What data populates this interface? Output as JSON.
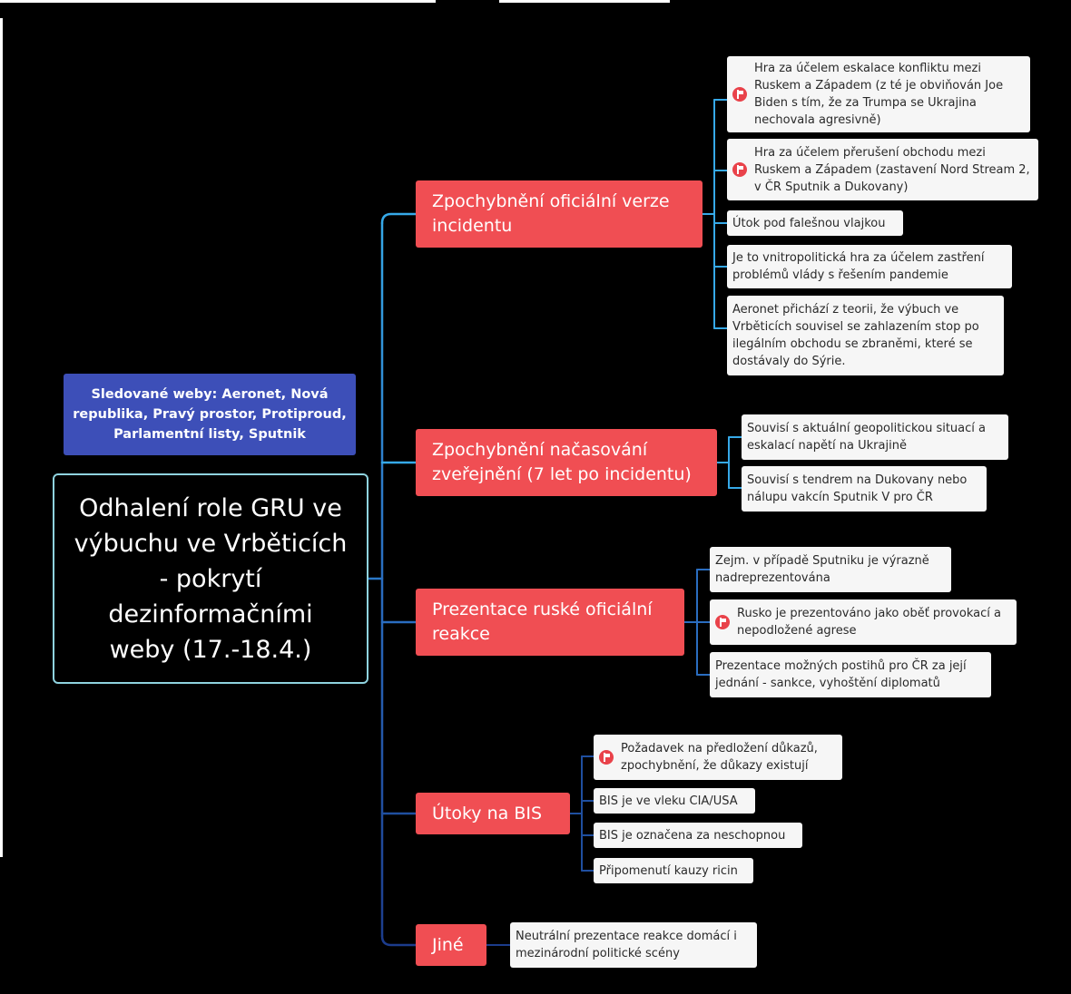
{
  "central_topic": "Odhalení role GRU ve výbuchu ve Vrběticích - pokrytí dezinformačními weby (17.-18.4.)",
  "info_note": "Sledované weby: Aeronet, Nová republika, Pravý prostor, Protiproud, Parlamentní listy, Sputnik",
  "branches": [
    {
      "label": "Zpochybnění oficiální verze incidentu",
      "items": [
        {
          "text": "Hra za účelem eskalace konfliktu mezi Ruskem a Západem (z té je obviňován Joe Biden s tím, že za Trumpa se Ukrajina nechovala agresivně)",
          "flag": true
        },
        {
          "text": "Hra za účelem přerušení obchodu mezi Ruskem a Západem (zastavení Nord Stream 2, v ČR Sputnik a Dukovany)",
          "flag": true
        },
        {
          "text": "Útok pod falešnou vlajkou",
          "flag": false
        },
        {
          "text": "Je to vnitropolitická hra za účelem zastření problémů vlády s řešením pandemie",
          "flag": false
        },
        {
          "text": "Aeronet přichází z teorii, že výbuch ve Vrběticích souvisel se zahlazením stop po ilegálním obchodu se zbraněmi, které se dostávaly do Sýrie.",
          "flag": false
        }
      ]
    },
    {
      "label": "Zpochybnění načasování zveřejnění (7 let po incidentu)",
      "items": [
        {
          "text": "Souvisí s aktuální geopolitickou situací a eskalací napětí na Ukrajině",
          "flag": false
        },
        {
          "text": "Souvisí s tendrem na Dukovany nebo nálupu vakcín Sputnik V pro ČR",
          "flag": false
        }
      ]
    },
    {
      "label": "Prezentace ruské oficiální reakce",
      "items": [
        {
          "text": "Zejm. v případě Sputniku je výrazně nadreprezentována",
          "flag": false
        },
        {
          "text": "Rusko je prezentováno jako oběť provokací a nepodložené agrese",
          "flag": true
        },
        {
          "text": "Prezentace možných postihů pro ČR za její jednání - sankce, vyhoštění diplomatů",
          "flag": false
        }
      ]
    },
    {
      "label": "Útoky na BIS",
      "items": [
        {
          "text": "Požadavek na předložení důkazů, zpochybnění, že důkazy existují",
          "flag": true
        },
        {
          "text": "BIS je ve vleku CIA/USA",
          "flag": false
        },
        {
          "text": "BIS je označena za neschopnou",
          "flag": false
        },
        {
          "text": "Připomenutí kauzy ricin",
          "flag": false
        }
      ]
    },
    {
      "label": "Jiné",
      "items": [
        {
          "text": "Neutrální prezentace reakce domácí i mezinárodní politické scény",
          "flag": false
        }
      ]
    }
  ],
  "colors": {
    "background": "#000000",
    "branch_fill": "#f04e53",
    "leaf_fill": "#f6f6f6",
    "info_fill": "#3d4fb8",
    "root_border": "#8fd3df",
    "connector_top": "#36a9e8",
    "connector_bottom": "#1c3c8c"
  }
}
